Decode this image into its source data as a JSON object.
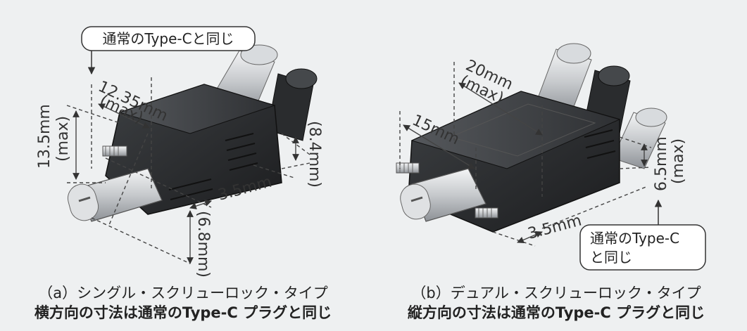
{
  "left": {
    "callout": "通常のType-Cと同じ",
    "dim_width": "12.35mm",
    "dim_width_note": "(max)",
    "dim_height": "13.5mm",
    "dim_height_note": "(max)",
    "dim_depth": "3.5mm",
    "dim_right": "(8.4mm)",
    "dim_bottom": "(6.8mm)",
    "caption_line1": "（a）シングル・スクリューロック・タイプ",
    "caption_line2": "横方向の寸法は通常のType-C プラグと同じ"
  },
  "right": {
    "dim_top": "20mm",
    "dim_top_note": "(max)",
    "dim_width": "15mm",
    "dim_depth": "3.5mm",
    "dim_right": "6.5mm",
    "dim_right_note": "(max)",
    "callout_line1": "通常のType-C",
    "callout_line2": "と同じ",
    "caption_line1": "（b）デュアル・スクリューロック・タイプ",
    "caption_line2": "縦方向の寸法は通常のType-C プラグと同じ"
  },
  "colors": {
    "background": "#eef0f1",
    "body_dark": "#2b2d2f",
    "metal": "#c9cccf",
    "dimension_line": "#444444"
  }
}
